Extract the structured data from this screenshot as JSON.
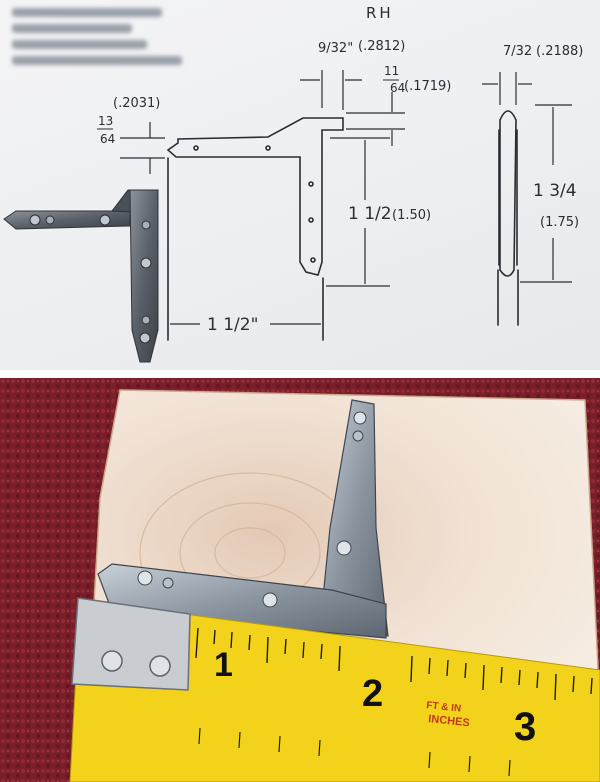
{
  "drawing": {
    "header_label": "RH",
    "dims": {
      "top_thickness": {
        "fraction_num": "13",
        "fraction_den": "64",
        "decimal": "(.2031)"
      },
      "tab_width": {
        "fraction": "9/32\"",
        "decimal": "(.2812)"
      },
      "tab_gap": {
        "fraction_num": "11",
        "fraction_den": "64",
        "decimal": "(.1719)"
      },
      "leg_height": {
        "label": "1 1/2",
        "decimal": "(1.50)"
      },
      "arm_length": {
        "label": "1 1/2\""
      },
      "side_width": {
        "fraction": "7/32",
        "decimal": "(.2188)"
      },
      "side_height": {
        "label": "1 3/4",
        "decimal": "(1.75)"
      }
    }
  },
  "tape_measure": {
    "numbers": [
      "1",
      "2",
      "3"
    ],
    "text": [
      "FT & IN",
      "INCHES"
    ]
  },
  "colors": {
    "paper": "#eceef1",
    "pencil": "#2c2c34",
    "carpet": "#7a1e2a",
    "tape_yellow": "#f2d21a"
  }
}
